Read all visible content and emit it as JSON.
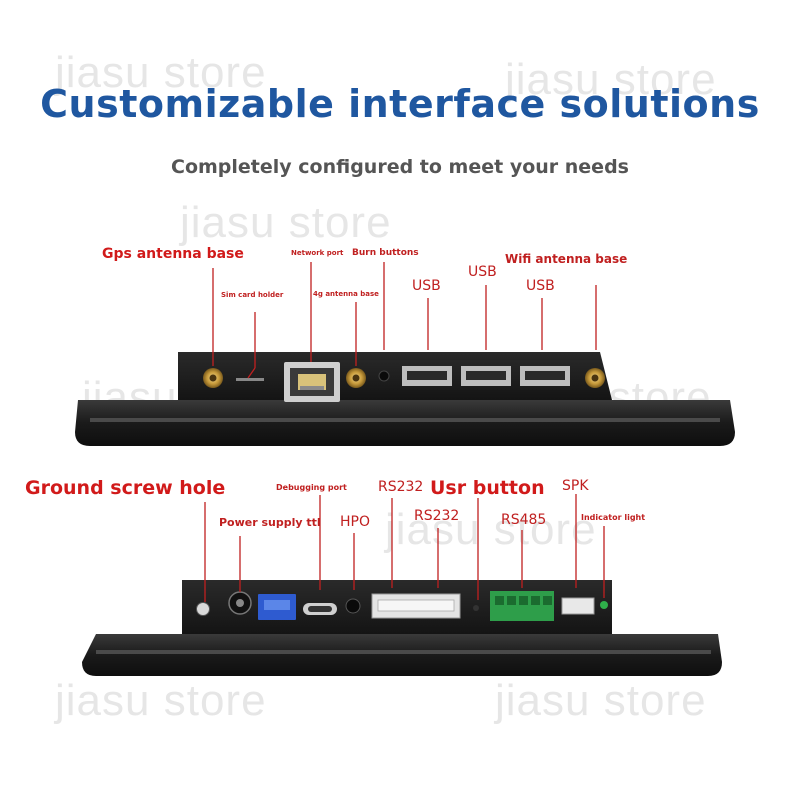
{
  "title": "Customizable interface solutions",
  "subtitle": "Completely configured to meet your needs",
  "watermark": "jiasu store",
  "colors": {
    "title": "#1f57a0",
    "subtitle": "#555555",
    "label": "#c02020",
    "panel": "#1b1b1b"
  },
  "top_labels": {
    "gps": "Gps antenna base",
    "network": "Network port",
    "burn": "Burn buttons",
    "sim": "Sim card holder",
    "ant4g": "4g antenna base",
    "usb1": "USB",
    "usb2": "USB",
    "usb3": "USB",
    "wifi": "Wifi antenna base"
  },
  "bottom_labels": {
    "ground": "Ground screw hole",
    "debug": "Debugging port",
    "rs232a": "RS232",
    "usr": "Usr button",
    "spk": "SPK",
    "power": "Power supply ttl",
    "hpo": "HPO",
    "rs232b": "RS232",
    "rs485": "RS485",
    "indicator": "Indicator light"
  }
}
